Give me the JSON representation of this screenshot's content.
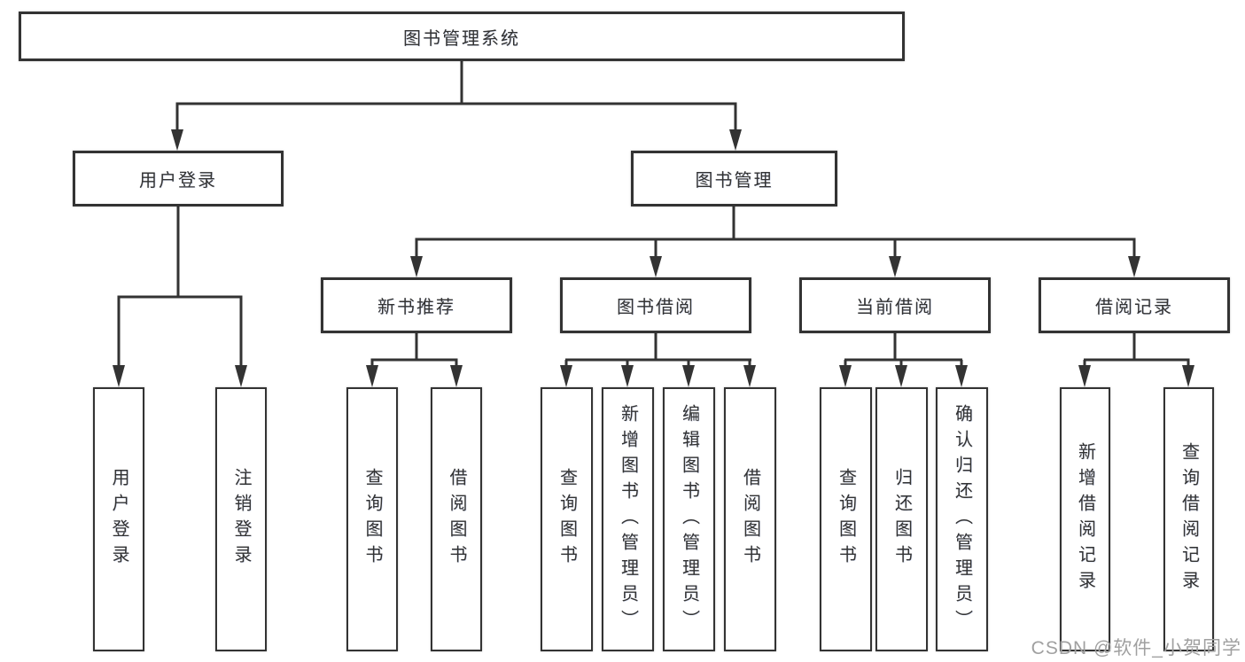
{
  "page": {
    "background": "#ffffff"
  },
  "watermark": {
    "text": "CSDN @软件_小贺同学",
    "color": "#a0a0a0"
  },
  "diagram": {
    "type": "hierarchy-tree",
    "colors": {
      "line": "#333333",
      "border": "#333333",
      "fill": "#ffffff",
      "text": "#333333"
    },
    "root": {
      "label": "图书管理系统"
    },
    "level2": {
      "user_login": "用户登录",
      "book_manage": "图书管理"
    },
    "level3": {
      "new_book": "新书推荐",
      "book_borrow": "图书借阅",
      "current_borrow": "当前借阅",
      "borrow_records": "借阅记录"
    },
    "leaves": {
      "user_login": [
        "用户登录",
        "注销登录"
      ],
      "new_book": [
        "查询图书",
        "借阅图书"
      ],
      "book_borrow": [
        "查询图书",
        "新增图书（管理员）",
        "编辑图书（管理员）",
        "借阅图书"
      ],
      "current_borrow": [
        "查询图书",
        "归还图书",
        "确认归还（管理员）"
      ],
      "borrow_records": [
        "新增借阅记录",
        "查询借阅记录"
      ]
    }
  }
}
